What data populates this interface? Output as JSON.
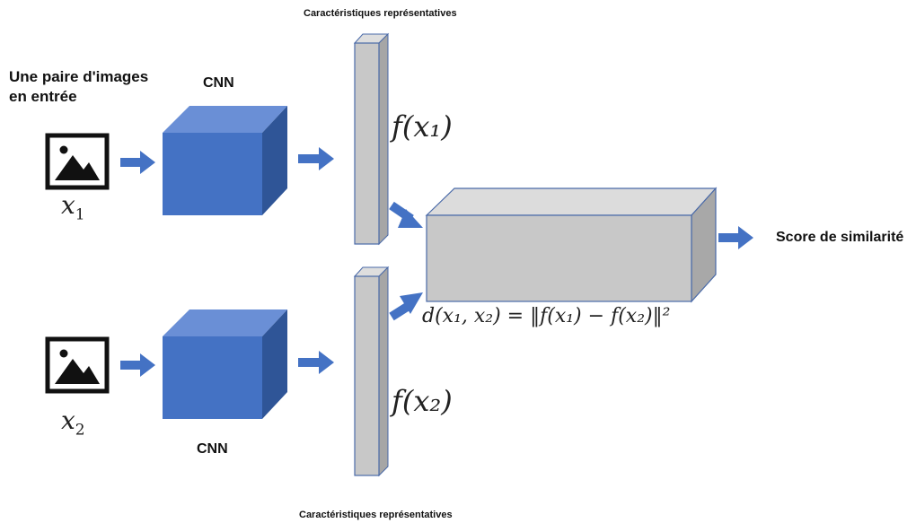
{
  "labels": {
    "input_pair_line1": "Une paire d'images",
    "input_pair_line2": "en entrée",
    "cnn_top": "CNN",
    "cnn_bottom": "CNN",
    "features_top": "Caractéristiques représentatives",
    "features_bottom": "Caractéristiques représentatives",
    "similarity_score": "Score de similarité"
  },
  "math": {
    "x1_name": "x",
    "x1_sub": "1",
    "x2_name": "x",
    "x2_sub": "2",
    "f_x1": "f(x₁)",
    "f_x2": "f(x₂)",
    "distance_formula": "d(x₁, x₂) = ‖f(x₁) − f(x₂)‖²"
  },
  "colors": {
    "cube_front": "#4472c4",
    "cube_top": "#6a8fd6",
    "cube_side": "#2f5597",
    "bar_front": "#c8c8c8",
    "bar_top": "#dedede",
    "bar_side": "#a6a6a6",
    "arrow": "#4472c4"
  },
  "icons": {
    "input_image_1": "image-icon",
    "input_image_2": "image-icon"
  }
}
